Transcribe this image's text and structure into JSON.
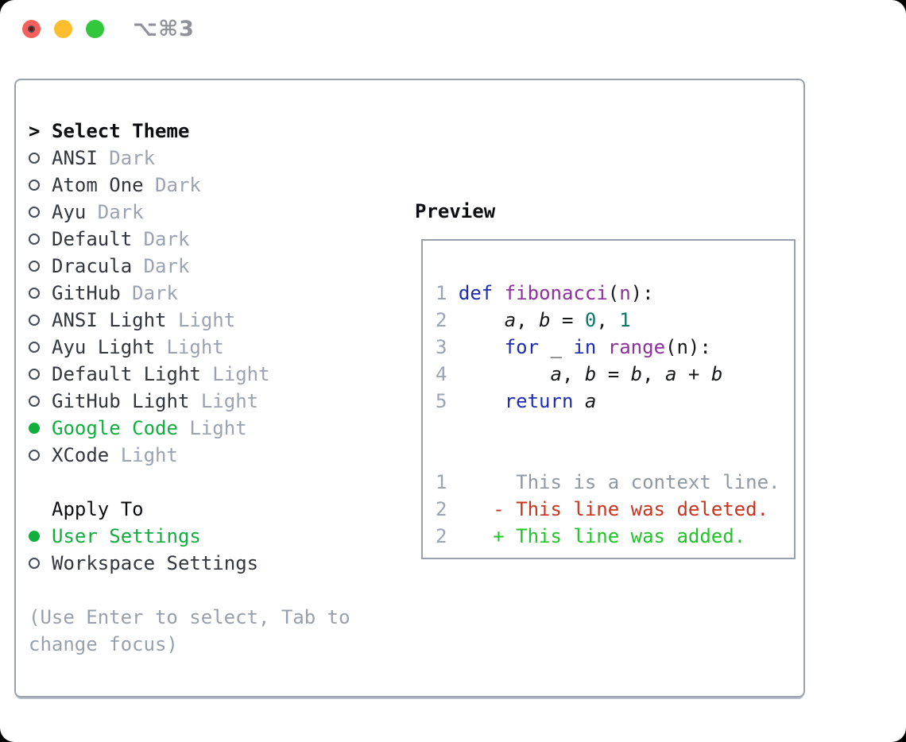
{
  "titlebar": {
    "title": "⌥⌘3"
  },
  "colors": {
    "accent_green": "#0fae3d",
    "added_green": "#1ec428",
    "deleted_red": "#c9341f",
    "keyword_blue": "#1f2db4",
    "function_purple": "#8e2f9f",
    "literal_teal": "#0e756b",
    "muted_gray": "#9aa3b2",
    "traffic_red": "#f4605a",
    "traffic_yellow": "#fcbd2f",
    "traffic_green": "#32c73c"
  },
  "sidebar": {
    "header": {
      "marker": ">",
      "label": "Select Theme"
    },
    "themes": [
      {
        "name": "ANSI",
        "variant": "Dark",
        "selected": false
      },
      {
        "name": "Atom One",
        "variant": "Dark",
        "selected": false
      },
      {
        "name": "Ayu",
        "variant": "Dark",
        "selected": false
      },
      {
        "name": "Default",
        "variant": "Dark",
        "selected": false
      },
      {
        "name": "Dracula",
        "variant": "Dark",
        "selected": false
      },
      {
        "name": "GitHub",
        "variant": "Dark",
        "selected": false
      },
      {
        "name": "ANSI Light",
        "variant": "Light",
        "selected": false
      },
      {
        "name": "Ayu Light",
        "variant": "Light",
        "selected": false
      },
      {
        "name": "Default Light",
        "variant": "Light",
        "selected": false
      },
      {
        "name": "GitHub Light",
        "variant": "Light",
        "selected": false
      },
      {
        "name": "Google Code",
        "variant": "Light",
        "selected": true
      },
      {
        "name": "XCode",
        "variant": "Light",
        "selected": false
      }
    ],
    "apply_to": {
      "label": "Apply To",
      "options": [
        {
          "name": "User Settings",
          "selected": true
        },
        {
          "name": "Workspace Settings",
          "selected": false
        }
      ]
    },
    "help_lines": [
      "(Use Enter to select, Tab to",
      "change focus)"
    ]
  },
  "preview": {
    "label": "Preview",
    "code_lines": [
      {
        "tokens": [
          {
            "t": "1",
            "c": "ln"
          },
          {
            "t": " ",
            "c": "pl"
          },
          {
            "t": "def",
            "c": "kw"
          },
          {
            "t": " ",
            "c": "pl"
          },
          {
            "t": "fibonacci",
            "c": "fn"
          },
          {
            "t": "(",
            "c": "pl"
          },
          {
            "t": "n",
            "c": "fn"
          },
          {
            "t": ")",
            "c": "pl"
          },
          {
            "t": ":",
            "c": "pl"
          }
        ]
      },
      {
        "tokens": [
          {
            "t": "2",
            "c": "ln"
          },
          {
            "t": "     ",
            "c": "pl"
          },
          {
            "t": "a",
            "c": "var"
          },
          {
            "t": ", ",
            "c": "pl"
          },
          {
            "t": "b",
            "c": "var"
          },
          {
            "t": " = ",
            "c": "pl"
          },
          {
            "t": "0",
            "c": "lit"
          },
          {
            "t": ", ",
            "c": "pl"
          },
          {
            "t": "1",
            "c": "lit"
          }
        ]
      },
      {
        "tokens": [
          {
            "t": "3",
            "c": "ln"
          },
          {
            "t": "     ",
            "c": "pl"
          },
          {
            "t": "for",
            "c": "kw"
          },
          {
            "t": " _ ",
            "c": "pl"
          },
          {
            "t": "in",
            "c": "kw"
          },
          {
            "t": " ",
            "c": "pl"
          },
          {
            "t": "range",
            "c": "fn"
          },
          {
            "t": "(n):",
            "c": "pl"
          }
        ]
      },
      {
        "tokens": [
          {
            "t": "4",
            "c": "ln"
          },
          {
            "t": "         ",
            "c": "pl"
          },
          {
            "t": "a",
            "c": "var"
          },
          {
            "t": ", ",
            "c": "pl"
          },
          {
            "t": "b",
            "c": "var"
          },
          {
            "t": " = ",
            "c": "pl"
          },
          {
            "t": "b",
            "c": "var"
          },
          {
            "t": ", ",
            "c": "pl"
          },
          {
            "t": "a",
            "c": "var"
          },
          {
            "t": " + ",
            "c": "pl"
          },
          {
            "t": "b",
            "c": "var"
          }
        ]
      },
      {
        "tokens": [
          {
            "t": "5",
            "c": "ln"
          },
          {
            "t": "     ",
            "c": "pl"
          },
          {
            "t": "return",
            "c": "kw"
          },
          {
            "t": " ",
            "c": "pl"
          },
          {
            "t": "a",
            "c": "var"
          }
        ]
      },
      {
        "tokens": []
      },
      {
        "tokens": []
      },
      {
        "tokens": [
          {
            "t": "1",
            "c": "ln"
          },
          {
            "t": "      This is a context line.",
            "c": "ctx"
          }
        ]
      },
      {
        "tokens": [
          {
            "t": "2",
            "c": "ln"
          },
          {
            "t": "    ",
            "c": "pl"
          },
          {
            "t": "- This line was deleted.",
            "c": "del"
          }
        ]
      },
      {
        "tokens": [
          {
            "t": "2",
            "c": "ln"
          },
          {
            "t": "    ",
            "c": "pl"
          },
          {
            "t": "+ This line was added.",
            "c": "add"
          }
        ]
      }
    ]
  }
}
